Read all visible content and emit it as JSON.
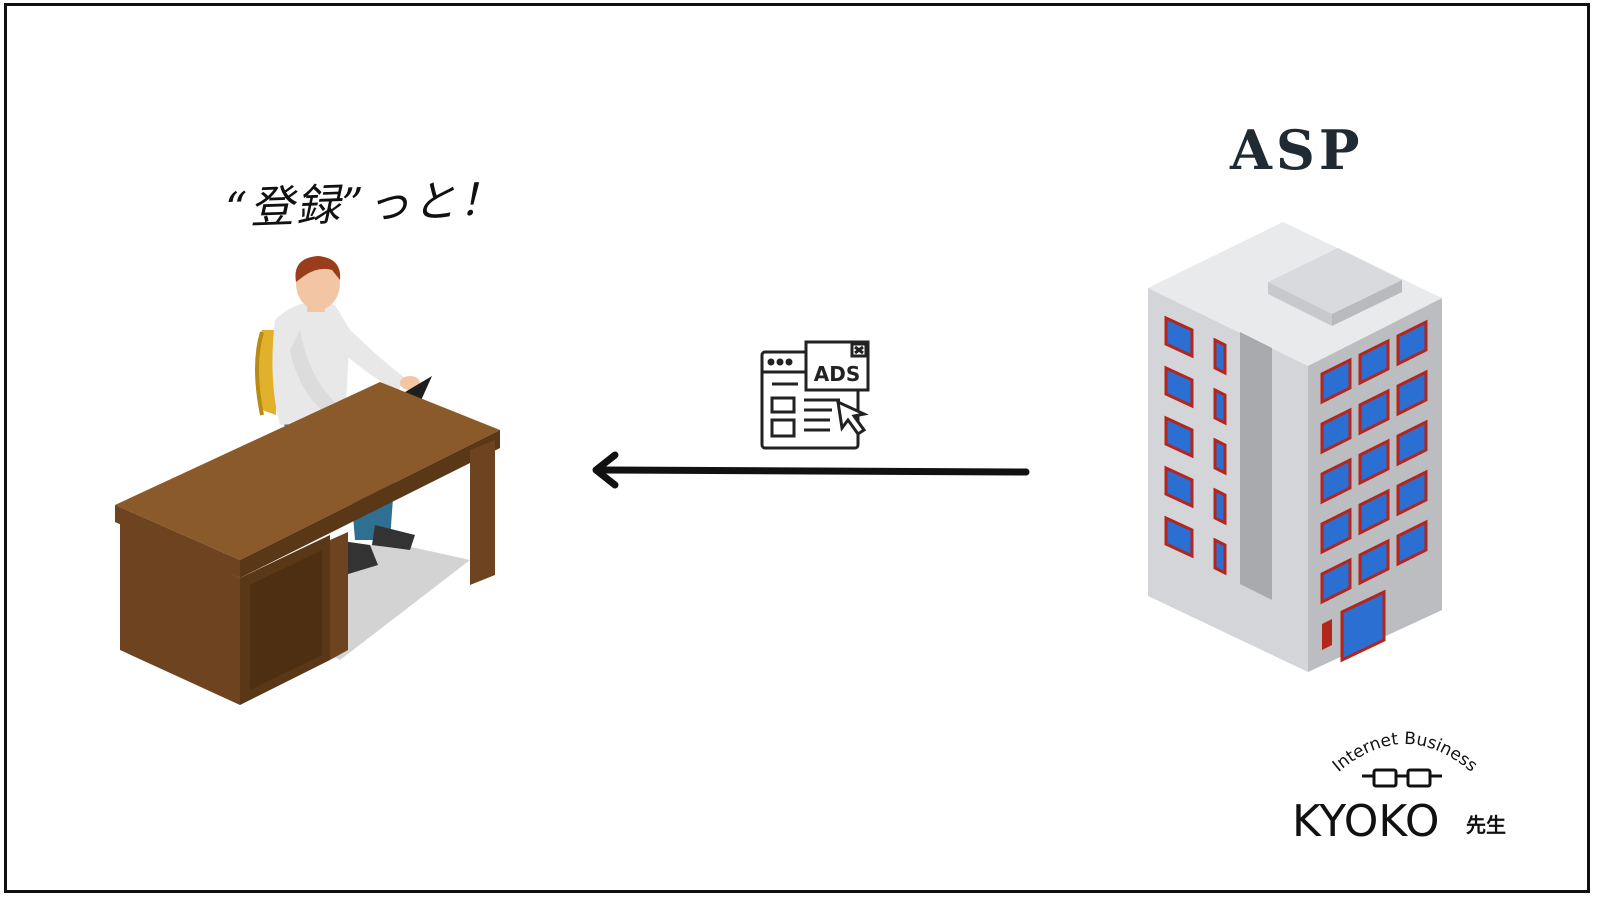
{
  "labels": {
    "speech": "“登録”っと！",
    "asp": "ASP",
    "ads_icon_text": "ADS"
  },
  "logo": {
    "arc_text": "Internet Business",
    "name": "KYOKO",
    "suffix": "先生"
  },
  "icons": [
    "person-at-desk-icon",
    "ads-webpage-icon",
    "office-building-icon",
    "glasses-icon"
  ],
  "colors": {
    "desk": "#7a4a1e",
    "building": "#e4e5e7",
    "window_frame": "#b3261e",
    "window_glass": "#2a6fd1",
    "arrow": "#111111"
  }
}
